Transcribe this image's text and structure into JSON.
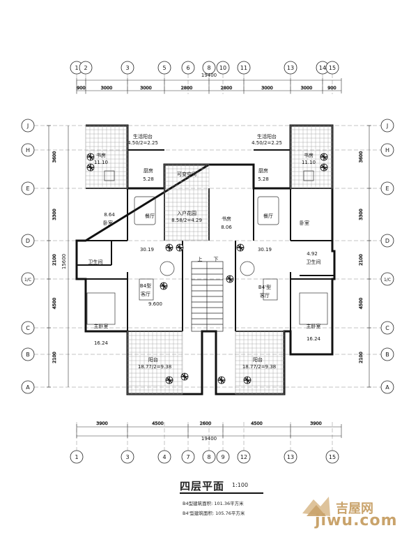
{
  "plan": {
    "title": "四层平面",
    "scale": "1:100",
    "area_notes": [
      "B4型建筑面积: 101.36平方米",
      "B4'型建筑面积: 105.76平方米"
    ],
    "overall_dimension": "19400",
    "top_dimensions": [
      "900",
      "3000",
      "3000",
      "2800",
      "2800",
      "3000",
      "3000",
      "900"
    ],
    "bottom_dimensions": [
      "3900",
      "4500",
      "2600",
      "4500",
      "3900"
    ],
    "left_dimensions": [
      "3600",
      "3300",
      "2100",
      "4500",
      "2100"
    ],
    "right_dimensions": [
      "3600",
      "3300",
      "2100",
      "4500",
      "2100"
    ],
    "vertical_total": "15600",
    "top_axes": [
      "1",
      "2",
      "3",
      "5",
      "6",
      "8",
      "10",
      "11",
      "13",
      "14",
      "15"
    ],
    "bottom_axes": [
      "1",
      "3",
      "4",
      "7",
      "8",
      "9",
      "12",
      "13",
      "15"
    ],
    "row_axes": [
      "J",
      "H",
      "E",
      "D",
      "1/C",
      "C",
      "B",
      "A"
    ],
    "rooms": {
      "balcony_top_left": "生活阳台",
      "balcony_top_left_area": "4.50/2=2.25",
      "balcony_top_right": "生活阳台",
      "balcony_top_right_area": "4.50/2=2.25",
      "kitchen_left": "厨房",
      "kitchen_left_area": "5.28",
      "kitchen_right": "厨房",
      "kitchen_right_area": "5.28",
      "study_left": "书房",
      "study_left_area": "11.10",
      "study_right": "书房",
      "study_right_area": "11.10",
      "bedroom_left": "卧室",
      "bedroom_left_area": "8.64",
      "bedroom_right": "卧室",
      "dining_left": "餐厅",
      "dining_right": "餐厅",
      "living_left_area": "30.19",
      "living_right_area": "30.19",
      "entry_garden": "入户花园",
      "entry_garden_area": "8.58/2=4.29",
      "shaft": "可变空间",
      "den_right": "书房",
      "den_right_area": "8.06",
      "bath_left": "卫生间",
      "bath_right": "卫生间",
      "bath_right_area": "4.92",
      "stair_up": "上",
      "stair_down": "下",
      "hall_left_type": "B4型",
      "hall_left": "客厅",
      "hall_left_area": "9.600",
      "hall_right_type": "B4'型",
      "hall_right": "客厅",
      "master_left": "主卧室",
      "master_left_area": "16.24",
      "master_right": "主卧室",
      "master_right_area": "16.24",
      "terrace_left": "阳台",
      "terrace_left_area": "18.77/2=9.38",
      "terrace_right": "阳台",
      "terrace_right_area": "18.77/2=9.38"
    }
  },
  "watermark": {
    "brand": "吉屋网",
    "url": "jiwu.com",
    "color": "#c9a36b"
  }
}
